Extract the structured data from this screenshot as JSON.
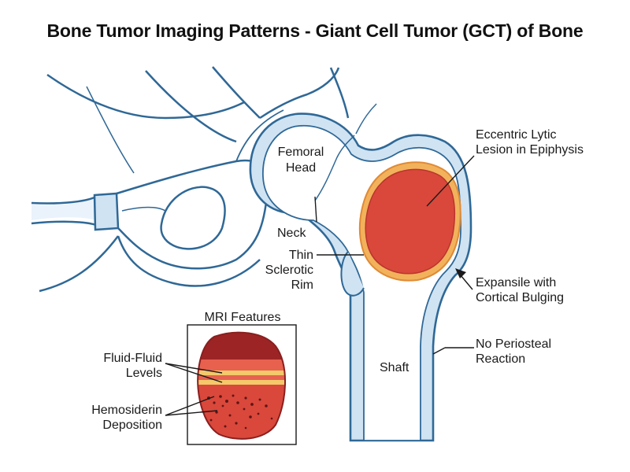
{
  "title": "Bone Tumor Imaging Patterns - Giant Cell Tumor (GCT) of Bone",
  "labels": {
    "femoral_head": [
      "Femoral",
      "Head"
    ],
    "neck": "Neck",
    "thin_sclerotic_rim": [
      "Thin",
      "Sclerotic",
      "Rim"
    ],
    "eccentric_lytic_lesion": [
      "Eccentric Lytic",
      "Lesion in Epiphysis"
    ],
    "expansile": [
      "Expansile with",
      "Cortical Bulging"
    ],
    "no_periosteal": [
      "No Periosteal",
      "Reaction"
    ],
    "shaft": "Shaft",
    "mri_features": "MRI Features",
    "fluid_fluid": [
      "Fluid-Fluid",
      "Levels"
    ],
    "hemosiderin": [
      "Hemosiderin",
      "Deposition"
    ]
  },
  "colors": {
    "bone_outline": "#2f6896",
    "bone_fill": "#cfe3f3",
    "lesion_red": "#d9483b",
    "lesion_rim": "#f2b25c",
    "mri_dark": "#9c2424",
    "mri_band": "#f4c96a",
    "text": "#1a1a1a"
  }
}
